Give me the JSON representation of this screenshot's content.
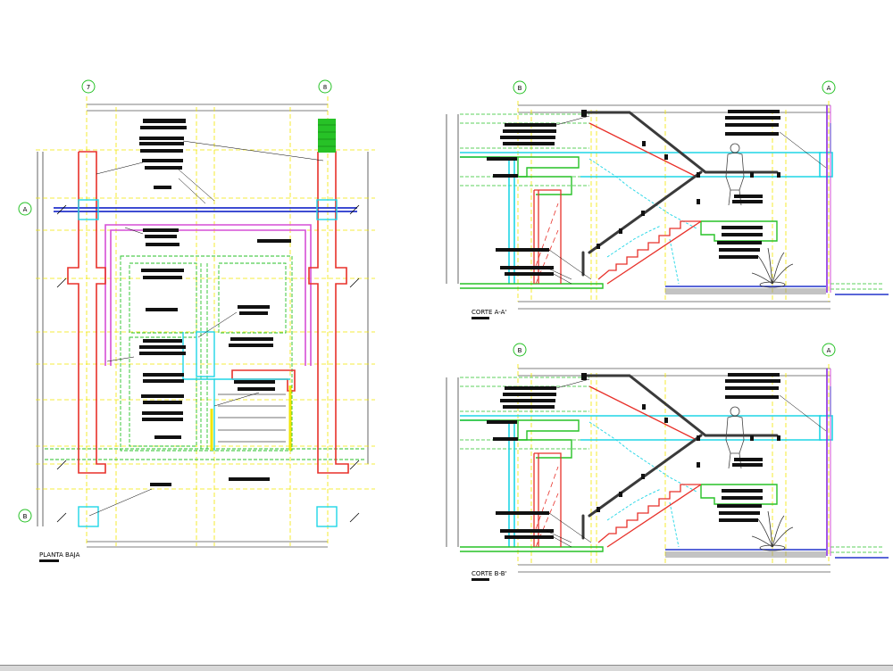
{
  "views": {
    "plan": {
      "title": "PLANTA BAJA"
    },
    "section_a": {
      "title": "CORTE A-A'"
    },
    "section_b": {
      "title": "CORTE B-B'"
    }
  },
  "grid_axes": {
    "plan_top": [
      "7",
      "8"
    ],
    "plan_side": [
      "A",
      "B"
    ],
    "section_a_top": [
      "B",
      "A"
    ],
    "section_b_top": [
      "B",
      "A"
    ]
  },
  "colors": {
    "red": "#e8312a",
    "yellow": "#f2e600",
    "green": "#27c227",
    "cyan": "#1fd6e6",
    "magenta": "#d64fd6",
    "blue": "#2233cc",
    "dark": "#3a3a3a",
    "purple": "#8a2be2"
  }
}
